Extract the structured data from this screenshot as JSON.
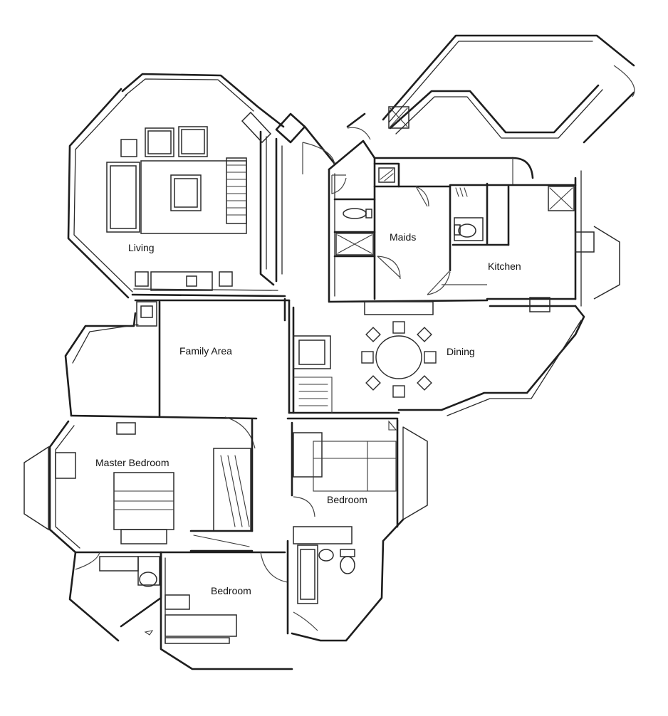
{
  "plan": {
    "rooms": {
      "living": "Living",
      "family_area": "Family Area",
      "maids": "Maids",
      "kitchen": "Kitchen",
      "dining": "Dining",
      "master_bedroom": "Master Bedroom",
      "bedroom_east": "Bedroom",
      "bedroom_south": "Bedroom"
    }
  }
}
